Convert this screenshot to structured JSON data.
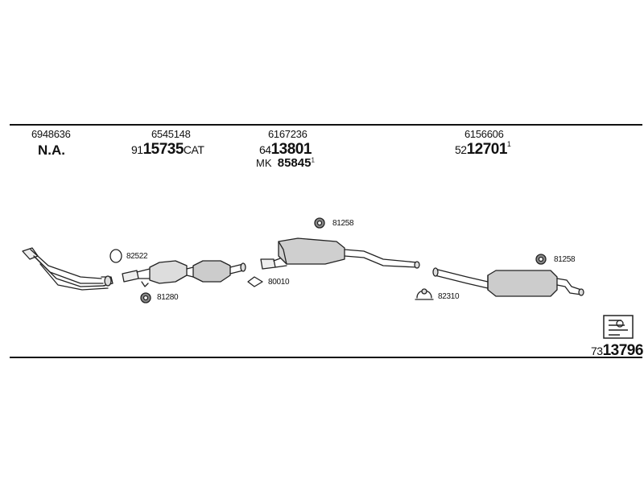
{
  "header_columns": [
    {
      "ref": "6948636",
      "main": "N.A."
    },
    {
      "ref": "6545148",
      "main_prefix": "91",
      "main_bold": "15735",
      "main_suffix": "CAT"
    },
    {
      "ref": "6167236",
      "main_prefix": "64",
      "main_bold": "13801",
      "sub_prefix": "MK",
      "sub_bold": "85845",
      "sub_sup": "1"
    },
    {
      "ref": "6156606",
      "main_prefix": "52",
      "main_bold": "12701",
      "main_sup": "1"
    }
  ],
  "part_labels": {
    "p82522": "82522",
    "p81280": "81280",
    "p81258a": "81258",
    "p80010": "80010",
    "p82310": "82310",
    "p81258b": "81258"
  },
  "footer": {
    "code_prefix": "73",
    "code_bold": "13796"
  }
}
